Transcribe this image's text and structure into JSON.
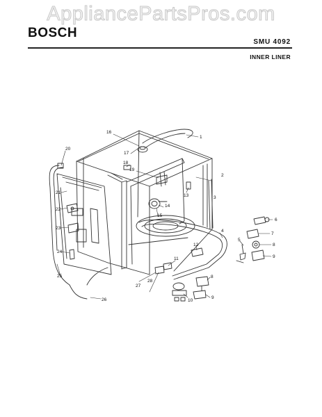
{
  "watermark": "AppliancePartsPros.com",
  "brand": "BOSCH",
  "model": "SMU 4092",
  "section": "INNER LINER",
  "callouts": [
    "1",
    "2",
    "3",
    "4",
    "5",
    "6",
    "7",
    "8",
    "9",
    "10",
    "11",
    "12",
    "13",
    "14",
    "15",
    "16",
    "17",
    "18",
    "19",
    "20",
    "21",
    "22",
    "23",
    "24",
    "25",
    "26",
    "27",
    "28"
  ]
}
